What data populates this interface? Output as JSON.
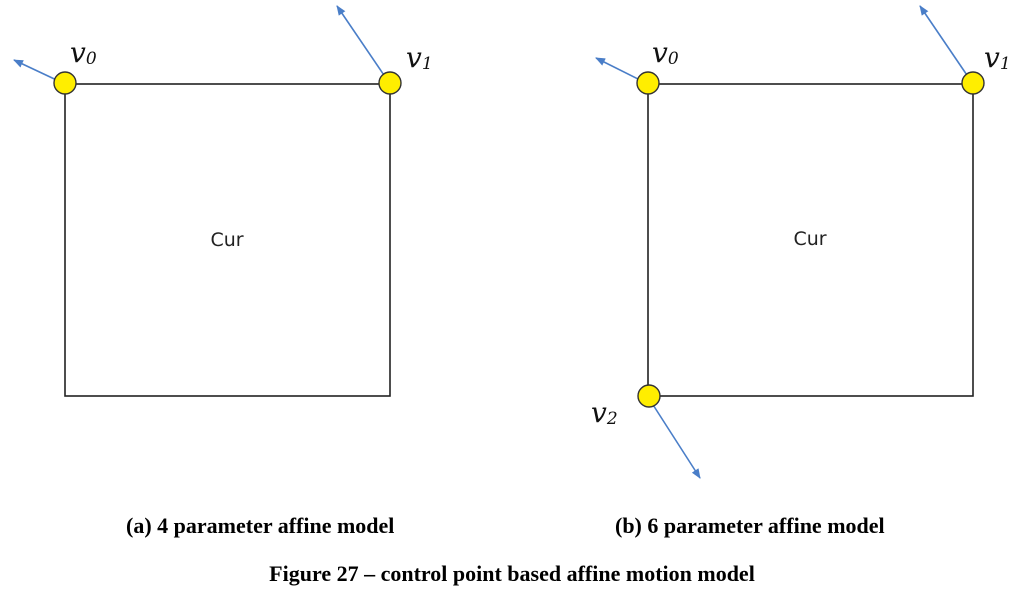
{
  "colors": {
    "control_point_fill": "#ffee00",
    "arrow": "#4a7ec8",
    "outline": "#222222"
  },
  "panels": [
    {
      "block_label": "Cur",
      "caption": "(a)  4 parameter affine model",
      "control_points": [
        {
          "var": "v",
          "sub": "0"
        },
        {
          "var": "v",
          "sub": "1"
        }
      ]
    },
    {
      "block_label": "Cur",
      "caption": "(b) 6 parameter affine model",
      "control_points": [
        {
          "var": "v",
          "sub": "0"
        },
        {
          "var": "v",
          "sub": "1"
        },
        {
          "var": "v",
          "sub": "2"
        }
      ]
    }
  ],
  "figure_caption": "Figure 27 – control point based affine motion model"
}
